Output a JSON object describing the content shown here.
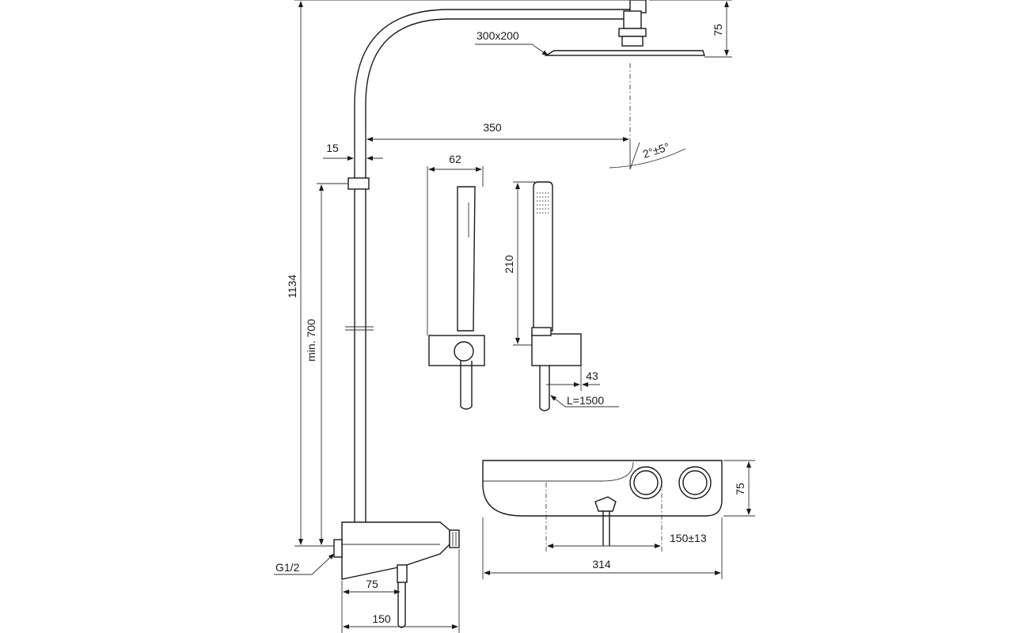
{
  "dimensions": {
    "head_height": "75",
    "head_size": "300x200",
    "arm_reach": "350",
    "rail_offset": "15",
    "head_tilt": "2°±5°",
    "total_height": "1134",
    "min_height": "min. 700",
    "holder_width": "62",
    "handshower_length": "210",
    "holder_offset": "43",
    "hose_length": "L=1500",
    "mixer_height": "75",
    "inlet_spacing": "150±13",
    "mixer_width": "314",
    "connection_thread": "G1/2",
    "outlet_offset": "75",
    "mixer_depth": "150"
  }
}
